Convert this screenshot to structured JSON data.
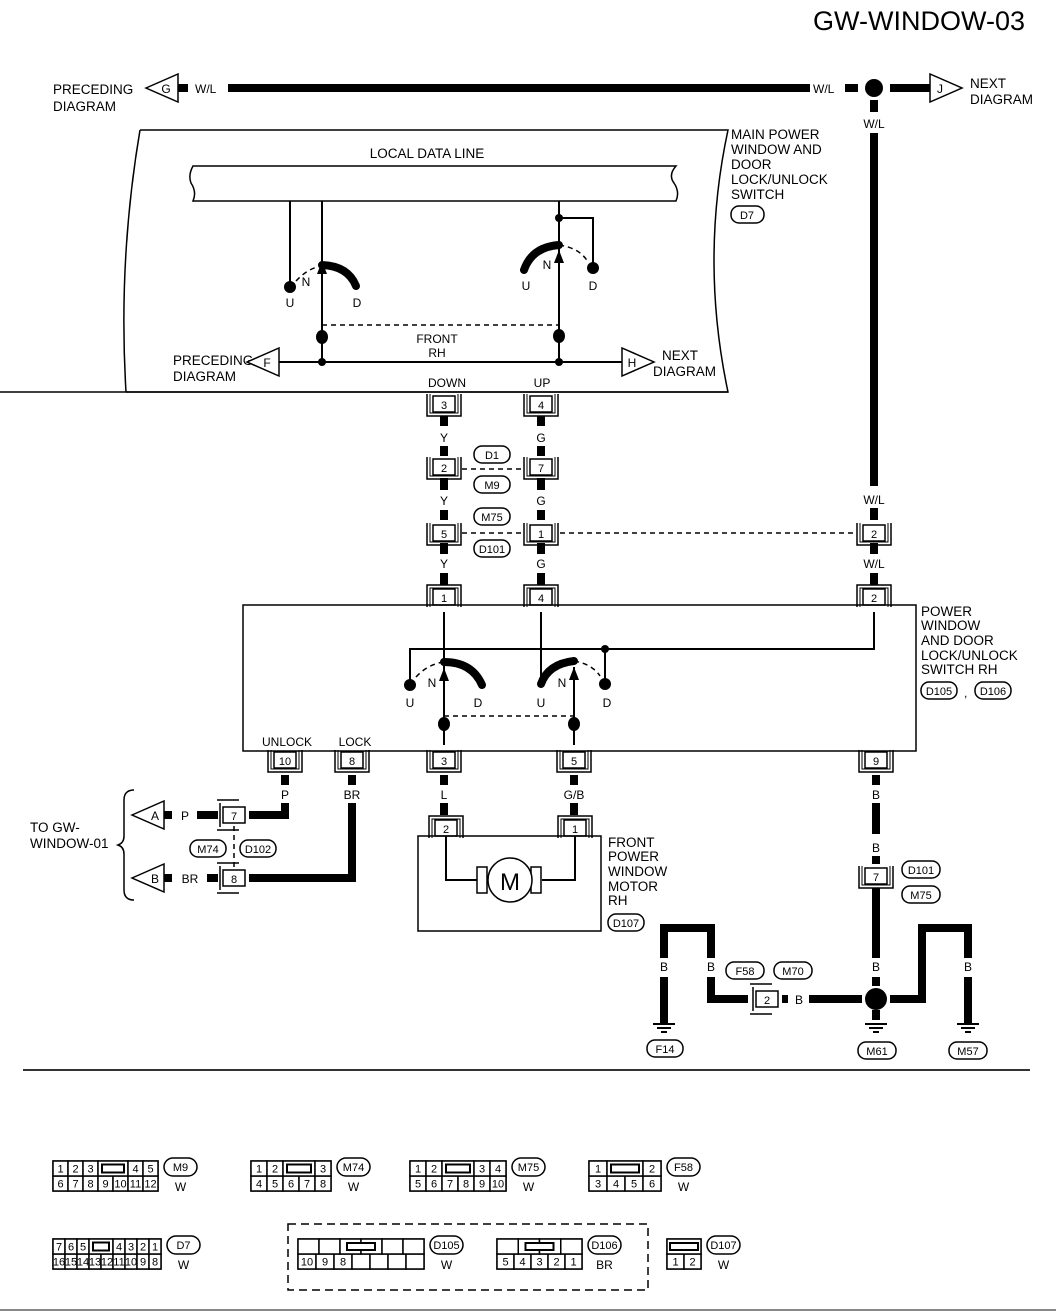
{
  "title": "GW-WINDOW-03",
  "offpage": {
    "preceding_g": {
      "letter": "G",
      "label_line1": "PRECEDING",
      "label_line2": "DIAGRAM",
      "wire": "W/L"
    },
    "next_j": {
      "letter": "J",
      "label_line1": "NEXT",
      "label_line2": "DIAGRAM",
      "wire": "W/L"
    },
    "preceding_f": {
      "letter": "F",
      "label_line1": "PRECEDING",
      "label_line2": "DIAGRAM"
    },
    "next_h": {
      "letter": "H",
      "label_line1": "NEXT",
      "label_line2": "DIAGRAM"
    },
    "to_a": {
      "letter": "A",
      "wire": "P"
    },
    "to_b": {
      "letter": "B",
      "wire": "BR"
    },
    "to_group_line1": "TO GW-",
    "to_group_line2": "WINDOW-01"
  },
  "main_switch": {
    "name_lines": [
      "MAIN POWER",
      "WINDOW AND",
      "DOOR",
      "LOCK/UNLOCK",
      "SWITCH"
    ],
    "connector": "D7",
    "data_line": "LOCAL DATA LINE",
    "section_line1": "FRONT",
    "section_line2": "RH",
    "contacts": {
      "u": "U",
      "n": "N",
      "d": "D"
    },
    "pins": [
      {
        "label": "DOWN",
        "pin": "3"
      },
      {
        "label": "UP",
        "pin": "4"
      }
    ]
  },
  "junctions": {
    "wire_y": "Y",
    "wire_g": "G",
    "wire_wl": "W/L",
    "j1": {
      "left_pin": "2",
      "right_pin": "7",
      "connector_top": "D1",
      "connector_bottom": "M9"
    },
    "j2": {
      "left_pin": "5",
      "right_pin": "1",
      "far_pin": "2",
      "connector_top": "M75",
      "connector_bottom": "D101"
    }
  },
  "rh_switch": {
    "name_lines": [
      "POWER",
      "WINDOW",
      "AND DOOR",
      "LOCK/UNLOCK",
      "SWITCH RH"
    ],
    "connectors": [
      "D105",
      "D106"
    ],
    "separator": ",",
    "top_pins": [
      "1",
      "4",
      "2"
    ],
    "contacts": {
      "u": "U",
      "n": "N",
      "d": "D"
    },
    "bottom_pins": [
      {
        "label": "UNLOCK",
        "pin": "10",
        "wire": "P"
      },
      {
        "label": "LOCK",
        "pin": "8",
        "wire": "BR"
      },
      {
        "label": "",
        "pin": "3",
        "wire": "L"
      },
      {
        "label": "",
        "pin": "5",
        "wire": "G/B"
      },
      {
        "label": "",
        "pin": "9",
        "wire": "B"
      }
    ]
  },
  "m74_d102": {
    "pin_top": "7",
    "pin_bottom": "8",
    "connectors": [
      "M74",
      "D102"
    ]
  },
  "motor": {
    "name_lines": [
      "FRONT",
      "POWER",
      "WINDOW",
      "MOTOR",
      "RH"
    ],
    "connector": "D107",
    "pins": [
      "2",
      "1"
    ],
    "symbol": "M"
  },
  "ground": {
    "d101_m75": {
      "pin": "7",
      "connectors": [
        "D101",
        "M75"
      ],
      "wire": "B"
    },
    "f58_m70": {
      "pin": "2",
      "connectors": [
        "F58",
        "M70"
      ],
      "wire": "B"
    },
    "grounds": [
      "F14",
      "M61",
      "M57"
    ],
    "wire": "B"
  },
  "connector_views": [
    {
      "id": "M9",
      "color": "W",
      "top": [
        "1",
        "2",
        "3",
        "",
        "4",
        "5"
      ],
      "bottom": [
        "6",
        "7",
        "8",
        "9",
        "10",
        "11",
        "12"
      ]
    },
    {
      "id": "M74",
      "color": "W",
      "top": [
        "1",
        "2",
        "",
        "3"
      ],
      "bottom": [
        "4",
        "5",
        "6",
        "7",
        "8"
      ]
    },
    {
      "id": "M75",
      "color": "W",
      "top": [
        "1",
        "2",
        "",
        "3",
        "4"
      ],
      "bottom": [
        "5",
        "6",
        "7",
        "8",
        "9",
        "10"
      ]
    },
    {
      "id": "F58",
      "color": "W",
      "top": [
        "1",
        "",
        "2"
      ],
      "bottom": [
        "3",
        "4",
        "5",
        "6"
      ]
    },
    {
      "id": "D7",
      "color": "W",
      "top": [
        "7",
        "6",
        "5",
        "",
        "4",
        "3",
        "2",
        "1"
      ],
      "bottom": [
        "16",
        "15",
        "14",
        "13",
        "12",
        "11",
        "10",
        "9",
        "8"
      ]
    },
    {
      "id": "D105",
      "color": "W",
      "top": [
        "",
        "",
        "",
        "",
        "",
        ""
      ],
      "bottom": [
        "10",
        "9",
        "8",
        "",
        "",
        "",
        ""
      ]
    },
    {
      "id": "D106",
      "color": "BR",
      "top": [
        "",
        "",
        "",
        ""
      ],
      "bottom": [
        "5",
        "4",
        "3",
        "2",
        "1"
      ]
    },
    {
      "id": "D107",
      "color": "W",
      "top": [
        ""
      ],
      "bottom": [
        "1",
        "2"
      ]
    }
  ]
}
